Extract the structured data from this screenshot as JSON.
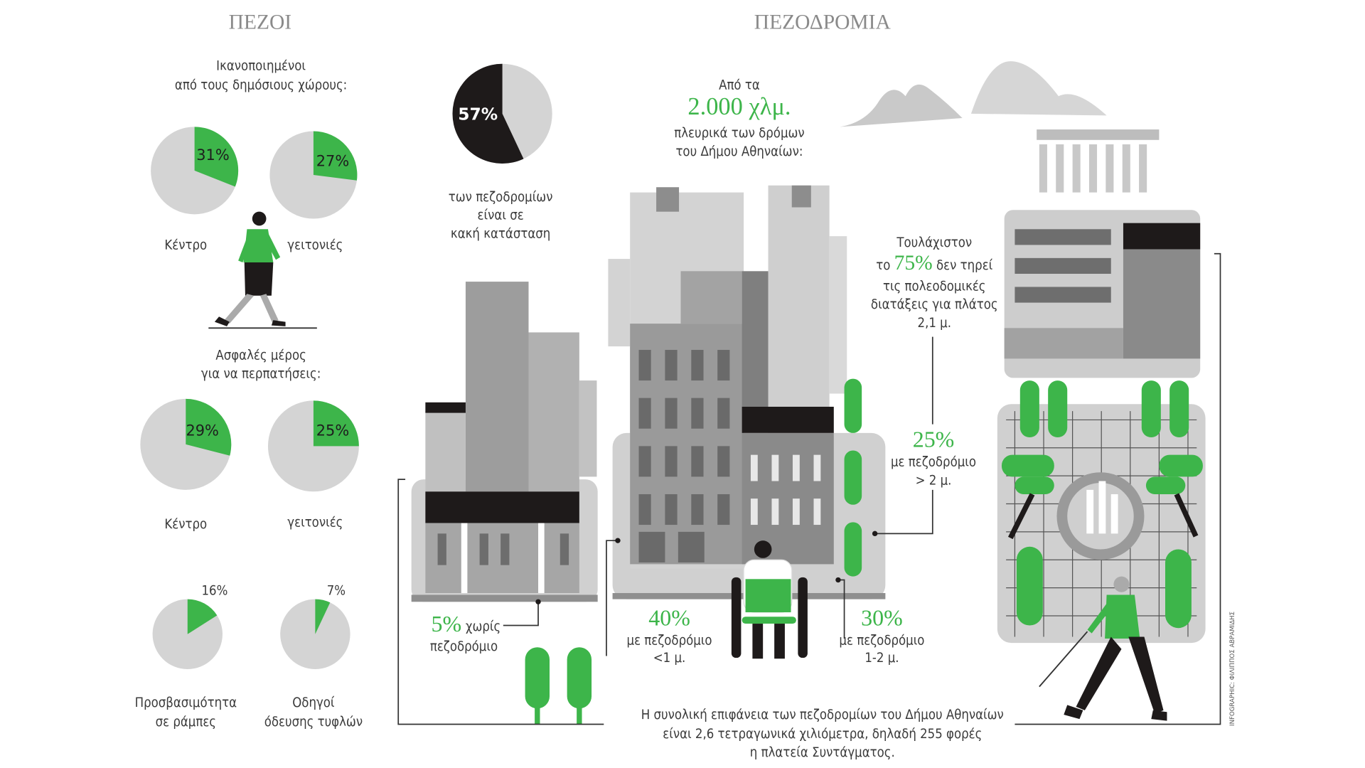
{
  "colors": {
    "accent": "#3db54a",
    "pie_bg": "#d4d4d4",
    "dark": "#1e1a1a",
    "building": "#a9a9a9",
    "building_light": "#cfcfcf"
  },
  "pedestrians": {
    "title": "ΠΕΖΟΙ",
    "satisfied": {
      "line1": "Ικανοποιημένοι",
      "line2": "από τους δημόσιους χώρους:",
      "center": {
        "label": "Κέντρο",
        "value": 31,
        "text": "31%"
      },
      "neighborhoods": {
        "label": "γειτονιές",
        "value": 27,
        "text": "27%"
      }
    },
    "safe": {
      "line1": "Ασφαλές μέρος",
      "line2": "για να περπατήσεις:",
      "center": {
        "label": "Κέντρο",
        "value": 29,
        "text": "29%"
      },
      "neighborhoods": {
        "label": "γειτονιές",
        "value": 25,
        "text": "25%"
      }
    },
    "ramps": {
      "line1": "Προσβασιμότητα",
      "line2": "σε ράμπες",
      "value": 16,
      "text": "16%"
    },
    "tactile": {
      "line1": "Οδηγοί",
      "line2": "όδευσης τυφλών",
      "value": 7,
      "text": "7%"
    }
  },
  "sidewalks": {
    "title": "ΠΕΖΟΔΡΟΜΙΑ",
    "bad_condition": {
      "value": 57,
      "text": "57%",
      "line1": "των πεζοδρομίων",
      "line2": "είναι σε",
      "line3": "κακή κατάσταση"
    },
    "intro": {
      "line1": "Από τα",
      "highlight": "2.000 χλμ.",
      "line3": "πλευρικά των δρόμων",
      "line4": "του Δήμου Αθηναίων:"
    },
    "width_rule": {
      "line1": "Τουλάχιστον",
      "pre": "το",
      "highlight": "75%",
      "post": "δεν τηρεί",
      "line3": "τις πολεοδομικές",
      "line4": "διατάξεις για πλάτος",
      "line5": "2,1 μ."
    },
    "none": {
      "value": "5%",
      "line1": "χωρίς",
      "line2": "πεζοδρόμιο"
    },
    "lt1": {
      "value": "40%",
      "line1": "με πεζοδρόμιο",
      "line2": "<1 μ."
    },
    "b12": {
      "value": "30%",
      "line1": "με πεζοδρόμιο",
      "line2": "1-2 μ."
    },
    "gt2": {
      "value": "25%",
      "line1": "με πεζοδρόμιο",
      "line2": "> 2 μ."
    },
    "total": {
      "line1": "Η συνολική επιφάνεια των πεζοδρομίων του Δήμου Αθηναίων",
      "line2": "είναι 2,6 τετραγωνικά χιλιόμετρα, δηλαδή 255 φορές",
      "line3": "η πλατεία Συντάγματος."
    }
  },
  "credit": "INFOGRAPHIC: ΦΙΛΙΠΠΟΣ ΑΒΡΑΜΙΔΗΣ"
}
